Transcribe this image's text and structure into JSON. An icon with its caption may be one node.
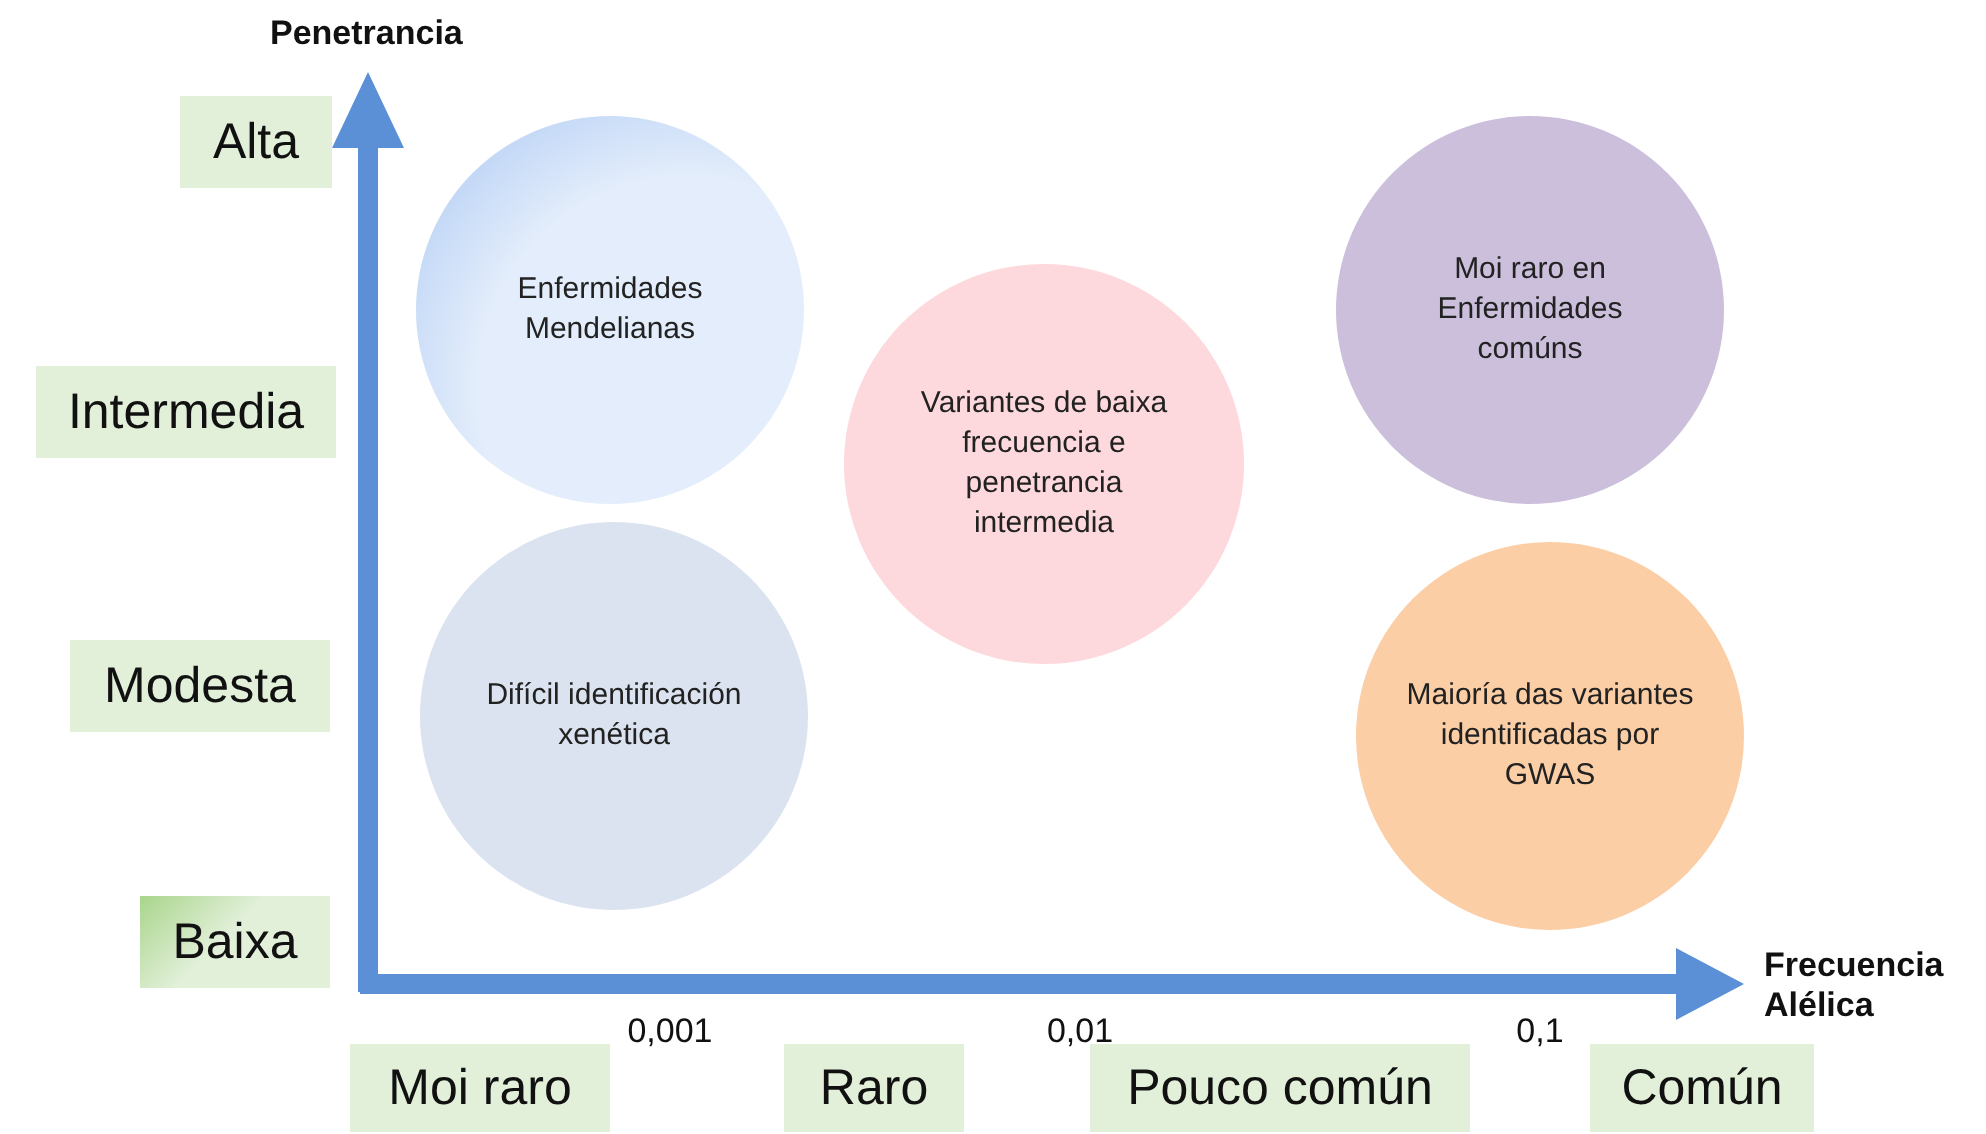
{
  "diagram": {
    "nodes": [
      {
        "text": [
          "Enfermidades Mendelianas"
        ]
      },
      {
        "text": [
          "Variantes de baixa frecuencia e penetrancia intermedia"
        ]
      },
      {
        "text": [
          "Moi raro en Enfermidades comúns"
        ]
      },
      {
        "text": [
          "Difícil identificación xenética"
        ]
      },
      {
        "text": [
          "Maioría das variantes identificadas por GWAS"
        ]
      }
    ],
    "labels": [
      "Penetrancia",
      "Alta",
      "Intermedia",
      "Modesta",
      "Baixa",
      "Frecuencia Alélica",
      "0,001",
      "0,01",
      "0,1",
      "Moi raro",
      "Raro",
      "Pouco común",
      "Común"
    ]
  }
}
